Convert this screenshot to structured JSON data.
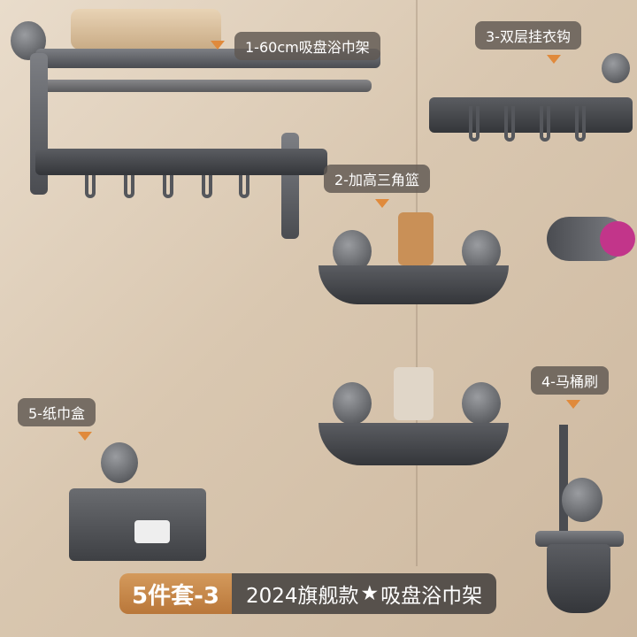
{
  "labels": {
    "item1": "1-60cm吸盘浴巾架",
    "item2": "2-加高三角篮",
    "item3": "3-双层挂衣钩",
    "item4": "4-马桶刷",
    "item5": "5-纸巾盒"
  },
  "banner": {
    "set_label": "5件套-3",
    "title_prefix": "2024旗舰款",
    "star": "★",
    "title_suffix": "吸盘浴巾架"
  },
  "colors": {
    "accent": "#c4844a",
    "label_bg": "#5f5852",
    "arrow": "#e08a3c"
  }
}
